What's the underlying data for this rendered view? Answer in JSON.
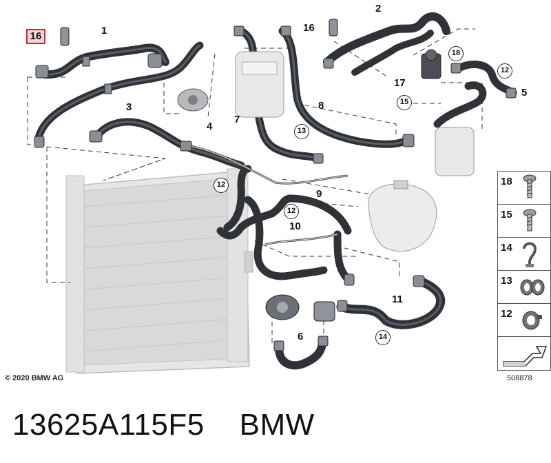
{
  "callouts": {
    "c1": "1",
    "c2": "2",
    "c3": "3",
    "c4": "4",
    "c5": "5",
    "c6": "6",
    "c7": "7",
    "c8": "8",
    "c9": "9",
    "c10": "10",
    "c11": "11",
    "c16_top": "16",
    "c16_highlight": "16",
    "c17": "17"
  },
  "circled": {
    "c12_a": "12",
    "c12_b": "12",
    "c12_c": "12",
    "c13": "13",
    "c14": "14",
    "c15": "15",
    "c18": "18"
  },
  "legend": {
    "items": [
      "18",
      "15",
      "14",
      "13",
      "12"
    ]
  },
  "footer": {
    "copyright": "© 2020 BMW AG",
    "diagram_number": "508878",
    "part_line": "13625A115F5    BMW"
  },
  "colors": {
    "highlight_border": "#e0203a",
    "highlight_fill": "#f6d6d9",
    "hose": "#2f3338",
    "radiator": "#d7d7d7"
  }
}
